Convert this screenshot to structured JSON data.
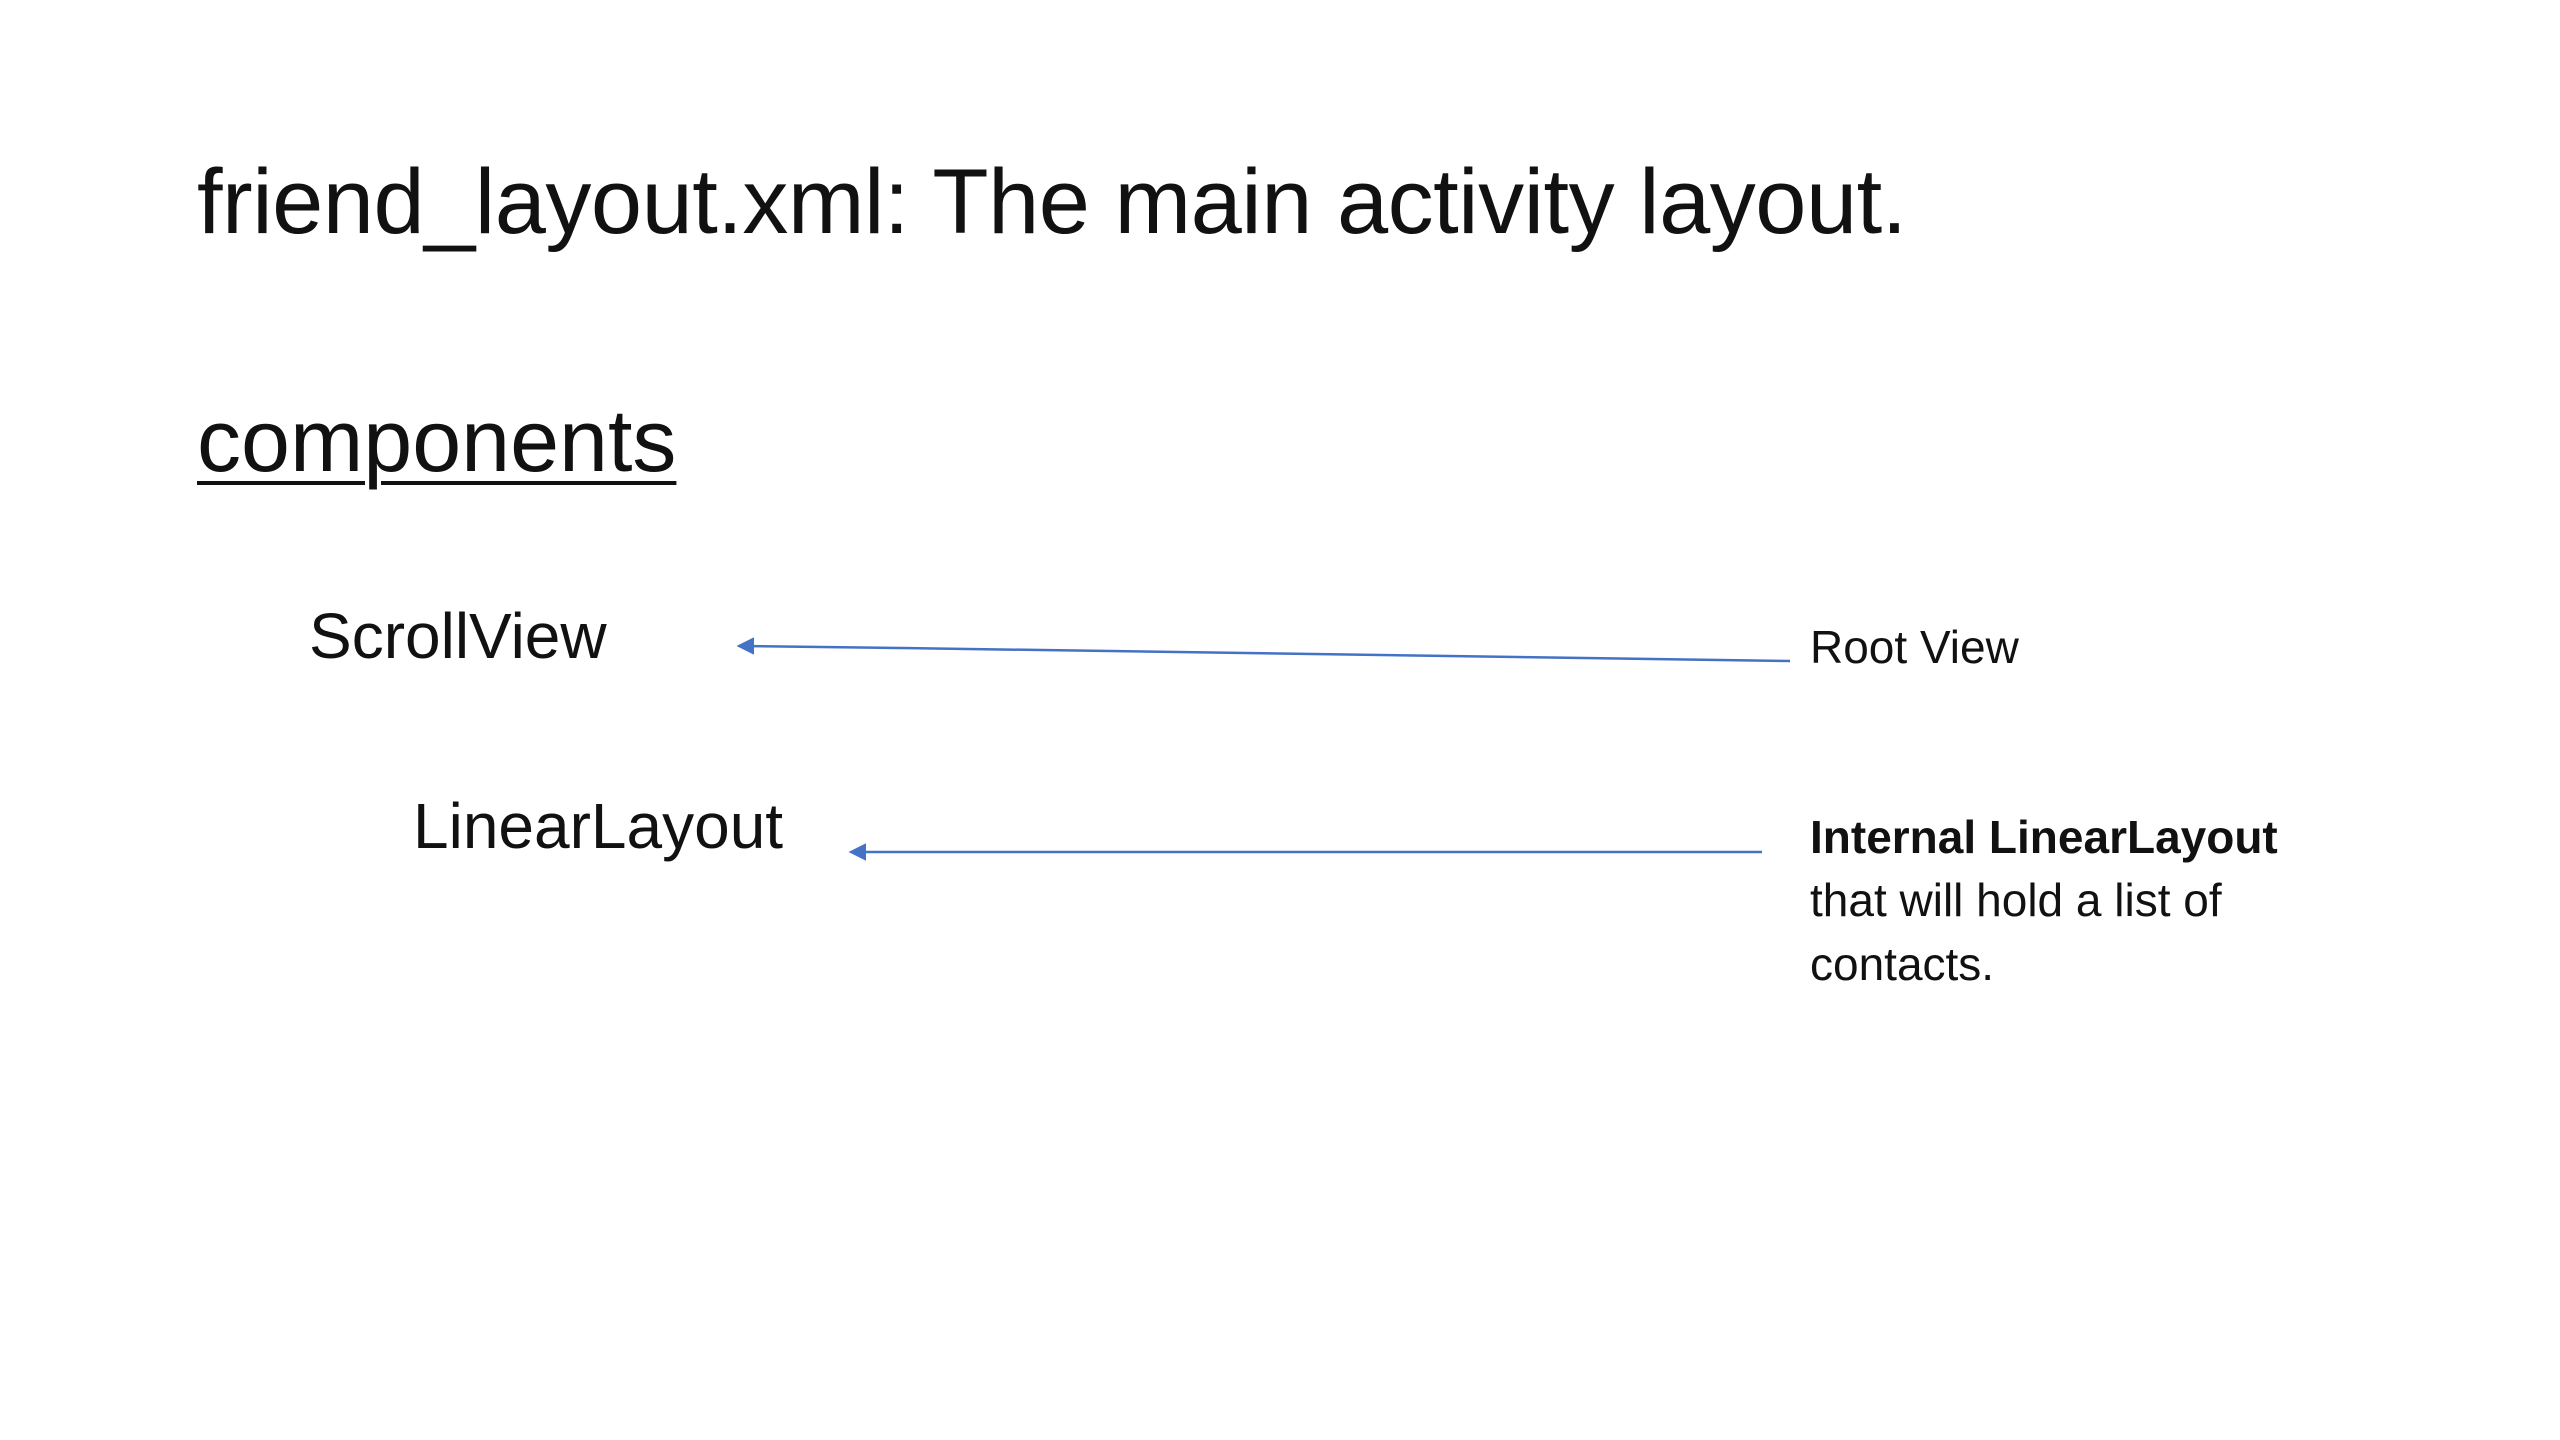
{
  "slide": {
    "title": "friend_layout.xml: The main activity layout.",
    "section_heading": "components",
    "components": [
      {
        "label": "ScrollView"
      },
      {
        "label": "LinearLayout"
      }
    ],
    "notes": {
      "root_view": "Root View",
      "internal_bold": "Internal LinearLayout",
      "internal_line2": "that will hold a list of",
      "internal_line3": "contacts."
    },
    "colors": {
      "arrow": "#4472C4",
      "text": "#111111",
      "background": "#FFFFFF"
    }
  }
}
